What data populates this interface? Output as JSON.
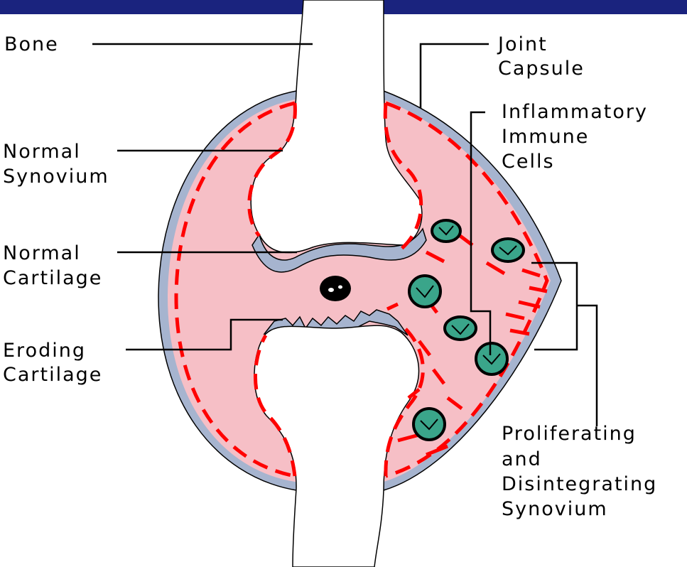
{
  "colors": {
    "header_bar": "#1a237e",
    "synovium_fill": "#f6bfc6",
    "capsule": "#a6b4cf",
    "synovium_border": "#ff0000",
    "immune_cell": "#3aa58a",
    "bone": "#ffffff"
  },
  "labels": {
    "bone": "Bone",
    "joint_capsule": [
      "Joint",
      "Capsule"
    ],
    "inflammatory_immune_cells": [
      "Inflammatory",
      "Immune",
      "Cells"
    ],
    "normal_synovium": [
      "Normal",
      "Synovium"
    ],
    "normal_cartilage": [
      "Normal",
      "Cartilage"
    ],
    "eroding_cartilage": [
      "Eroding",
      "Cartilage"
    ],
    "proliferating_synovium": [
      "Proliferating",
      "and",
      "Disintegrating",
      "Synovium"
    ]
  },
  "icons": {
    "immune_cell": "immune-cell-icon",
    "debris": "debris-icon"
  }
}
